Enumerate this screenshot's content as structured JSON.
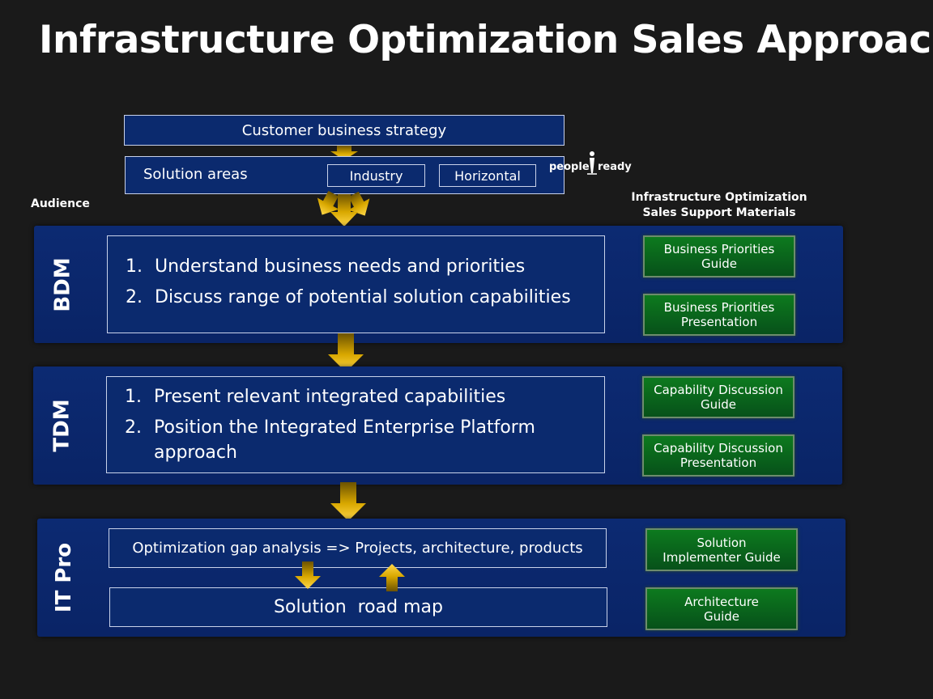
{
  "title": "Infrastructure Optimization Sales Approach",
  "top": {
    "strategy": "Customer business strategy",
    "solution_areas": "Solution areas",
    "industry": "Industry",
    "horizontal": "Horizontal",
    "logo_left": "people",
    "logo_right": "ready"
  },
  "audience_label": "Audience",
  "materials_header": {
    "line1": "Infrastructure Optimization",
    "line2": "Sales Support Materials"
  },
  "bdm": {
    "label": "BDM",
    "steps": [
      {
        "num": "1.",
        "line1": "Understand business needs and priorities"
      },
      {
        "num": "2.",
        "line1": "Discuss range of potential solution capabilities"
      }
    ],
    "materials": [
      {
        "line1": "Business Priorities",
        "line2": "Guide"
      },
      {
        "line1": "Business Priorities",
        "line2": "Presentation"
      }
    ]
  },
  "tdm": {
    "label": "TDM",
    "steps": [
      {
        "num": "1.",
        "line1": "Present relevant integrated capabilities"
      },
      {
        "num": "2.",
        "line1": "Position the Integrated Enterprise Platform",
        "line2": "approach"
      }
    ],
    "materials": [
      {
        "line1": "Capability Discussion",
        "line2": "Guide"
      },
      {
        "line1": "Capability Discussion",
        "line2": "Presentation"
      }
    ]
  },
  "itpro": {
    "label": "IT Pro",
    "gap_analysis": "Optimization gap analysis => Projects, architecture, products",
    "road_map": "Solution  road map",
    "materials": [
      {
        "line1": "Solution",
        "line2": "Implementer Guide"
      },
      {
        "line1": "Architecture",
        "line2": "Guide"
      }
    ]
  },
  "colors": {
    "background": "#1a1a1a",
    "navy": "#0b2a6e",
    "green": "#0d7a1e",
    "arrow_gold": "#e8b800"
  }
}
